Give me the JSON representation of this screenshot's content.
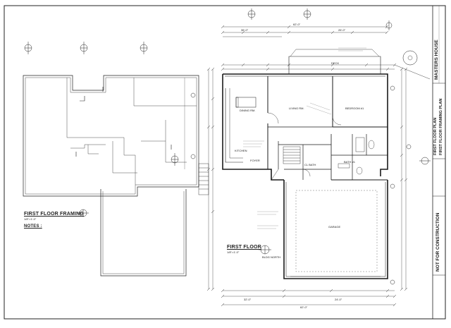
{
  "sheet": {
    "title_block": {
      "project": "MASTERS HOUSE",
      "sheet_title_1": "FIRST FLOOR PLAN",
      "sheet_title_2": "FIRST FLOOR FRAMING PLAN",
      "stamp": "NOT FOR CONSTRUCTION"
    },
    "framing_plan": {
      "title": "FIRST FLOOR FRAMING",
      "scale": "1/8\"=1'-0\"",
      "notes_label": "NOTES :"
    },
    "floor_plan": {
      "title": "FIRST FLOOR",
      "scale": "1/8\"=1'-0\"",
      "north_label": "BLDG NORTH",
      "rooms": {
        "dining": "DINING RM.",
        "living": "LIVING RM.",
        "bedroom1": "BEDROOM #1",
        "kitchen": "KITCHEN",
        "foyer": "FOYER",
        "closet": "CL BATH",
        "bath": "BATH #1",
        "garage": "GARAGE",
        "deck": "DECK"
      },
      "dimensions": {
        "top_total": "62'-0\"",
        "top_left": "36'-0\"",
        "top_right": "26'-0\"",
        "bottom_total": "62'-0\"",
        "bottom_left": "32'-0\"",
        "bottom_right": "24'-0\""
      }
    },
    "colors": {
      "line": "#1a1a1a",
      "paper": "#ffffff"
    }
  }
}
